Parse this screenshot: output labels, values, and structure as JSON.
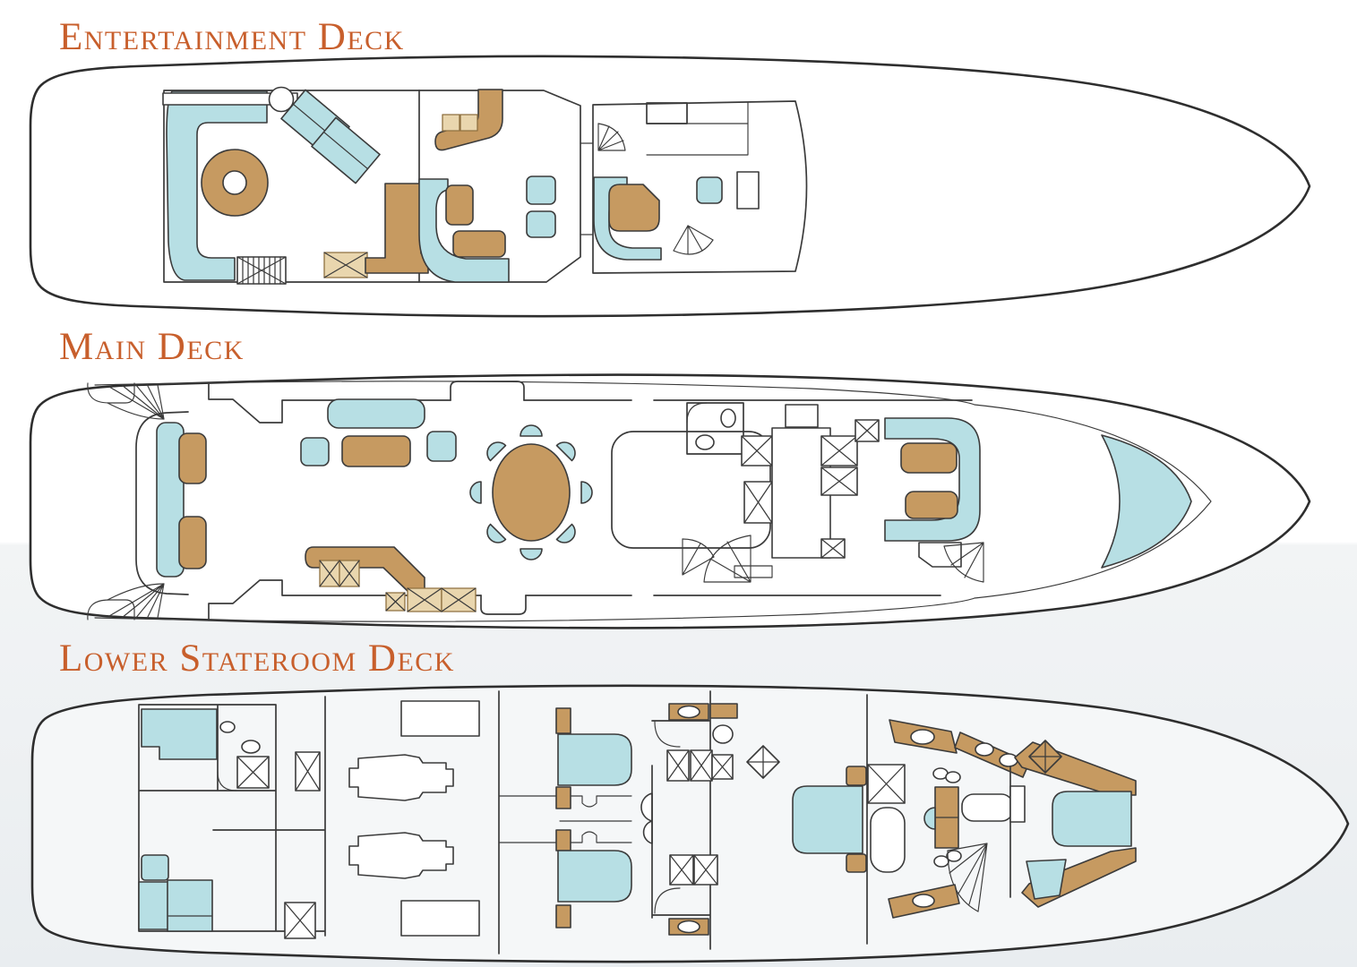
{
  "page": {
    "kind": "yacht-deck-plan-diagram"
  },
  "decks": [
    {
      "id": "entertainment-deck",
      "title": "Entertainment Deck"
    },
    {
      "id": "main-deck",
      "title": "Main Deck"
    },
    {
      "id": "lower-stateroom-deck",
      "title": "Lower Stateroom Deck"
    }
  ],
  "palette": {
    "title_color": "#c85f2c",
    "outline": "#3b3b3b",
    "hull_stroke": "#2e2e2e",
    "hull_fill": "#ffffff",
    "hull_fill_lower": "#f5f7f8",
    "upholstery_blue": "#b7dfe4",
    "wood_tan": "#c69a61",
    "wood_light": "#e9d6ae",
    "wood_light_stroke": "#8f7040",
    "background_top": "#ffffff",
    "background_band": "#f2f4f5",
    "background_bottom": "#e9edf0"
  }
}
